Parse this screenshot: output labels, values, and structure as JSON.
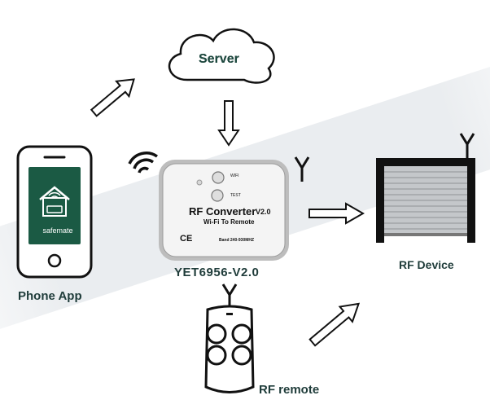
{
  "server": {
    "label": "Server"
  },
  "phone": {
    "label": "Phone App",
    "brand": "safemate"
  },
  "converter": {
    "title": "RF Converter",
    "version": "V2.0",
    "subtitle": "Wi-Fi To Remote",
    "wifi_button_label": "WIFI",
    "test_button_label": "TEST",
    "ce_mark": "CE",
    "band_text": "Band 240-930MHZ",
    "model": "YET6956-V2.0"
  },
  "rf_device": {
    "label": "RF Device"
  },
  "rf_remote": {
    "label": "RF remote"
  },
  "colors": {
    "brand_green": "#1b5a44",
    "label_dark": "#1f3c3a",
    "shutter_slat": "#b8bcc0",
    "frame_black": "#111111"
  },
  "icons": [
    "cloud-icon",
    "wifi-icon",
    "antenna-icon",
    "house-wifi-icon",
    "arrow-icon"
  ]
}
